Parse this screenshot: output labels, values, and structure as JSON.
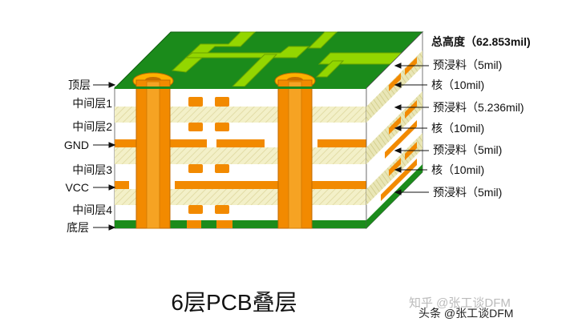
{
  "left_labels": [
    "顶层",
    "中间层1",
    "中间层2",
    "GND",
    "中间层3",
    "VCC",
    "中间层4",
    "底层"
  ],
  "right_labels": {
    "total": "总高度（62.853mil)",
    "items": [
      "预浸料（5mil)",
      "核（10mil)",
      "预浸料（5.236mil)",
      "核（10mil)",
      "预浸料（5mil)",
      "核（10mil)",
      "预浸料（5mil)"
    ]
  },
  "title": "6层PCB叠层",
  "watermark": {
    "faint": "知乎 @张工谈DFM",
    "source": "头条 @张工谈DFM"
  },
  "colors": {
    "copper": "#f28a00",
    "copper_light": "#ffb23c",
    "core": "#f4f1cc",
    "prepreg": "#ffffff",
    "board_green": "#1a8a1a",
    "top_trace": "#8fd400",
    "side_face": "#dcdca8"
  }
}
